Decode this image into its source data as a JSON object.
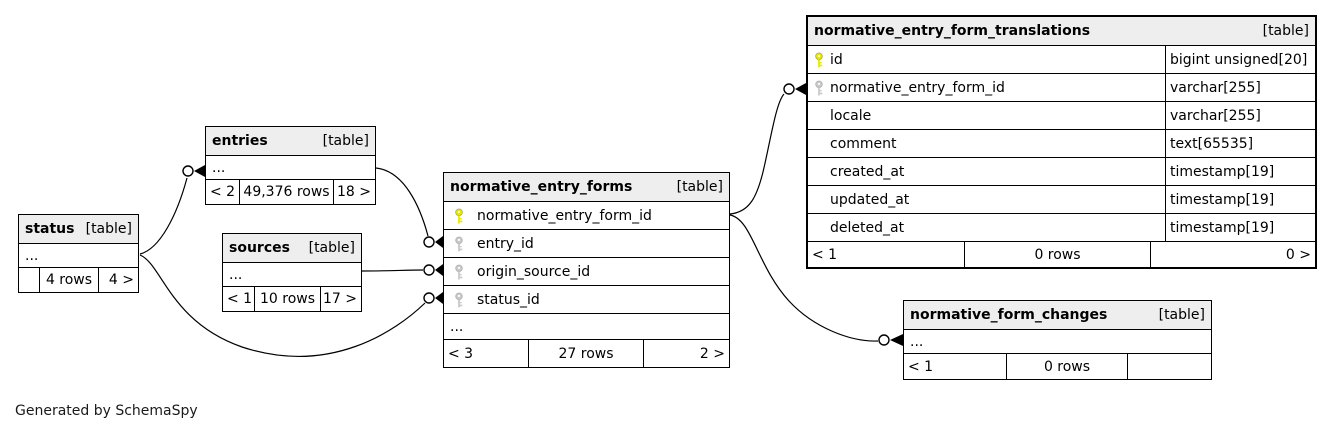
{
  "page": {
    "footer_note": "Generated by SchemaSpy"
  },
  "colors": {
    "header_bg": "#eeeeee",
    "border": "#000000",
    "primary_key": "#e8e800",
    "foreign_key": "#c9c9c9"
  },
  "tables": {
    "status": {
      "name": "status",
      "tag": "[table]",
      "dots": "...",
      "footer": {
        "left": "",
        "center": "4 rows",
        "right": "4 >"
      }
    },
    "entries": {
      "name": "entries",
      "tag": "[table]",
      "dots": "...",
      "footer": {
        "left": "< 2",
        "center": "49,376 rows",
        "right": "18 >"
      }
    },
    "sources": {
      "name": "sources",
      "tag": "[table]",
      "dots": "...",
      "footer": {
        "left": "< 1",
        "center": "10 rows",
        "right": "17 >"
      }
    },
    "normative_entry_forms": {
      "name": "normative_entry_forms",
      "tag": "[table]",
      "columns": [
        {
          "name": "normative_entry_form_id",
          "key": "pk"
        },
        {
          "name": "entry_id",
          "key": "fk"
        },
        {
          "name": "origin_source_id",
          "key": "fk"
        },
        {
          "name": "status_id",
          "key": "fk"
        }
      ],
      "dots": "...",
      "footer": {
        "left": "< 3",
        "center": "27 rows",
        "right": "2 >"
      }
    },
    "normative_entry_form_translations": {
      "name": "normative_entry_form_translations",
      "tag": "[table]",
      "columns": [
        {
          "name": "id",
          "type": "bigint unsigned[20]",
          "key": "pk"
        },
        {
          "name": "normative_entry_form_id",
          "type": "varchar[255]",
          "key": "fk"
        },
        {
          "name": "locale",
          "type": "varchar[255]",
          "key": ""
        },
        {
          "name": "comment",
          "type": "text[65535]",
          "key": ""
        },
        {
          "name": "created_at",
          "type": "timestamp[19]",
          "key": ""
        },
        {
          "name": "updated_at",
          "type": "timestamp[19]",
          "key": ""
        },
        {
          "name": "deleted_at",
          "type": "timestamp[19]",
          "key": ""
        }
      ],
      "footer": {
        "left": "< 1",
        "center": "0 rows",
        "right": "0 >"
      }
    },
    "normative_form_changes": {
      "name": "normative_form_changes",
      "tag": "[table]",
      "dots": "...",
      "footer": {
        "left": "< 1",
        "center": "0 rows",
        "right": ""
      }
    }
  }
}
